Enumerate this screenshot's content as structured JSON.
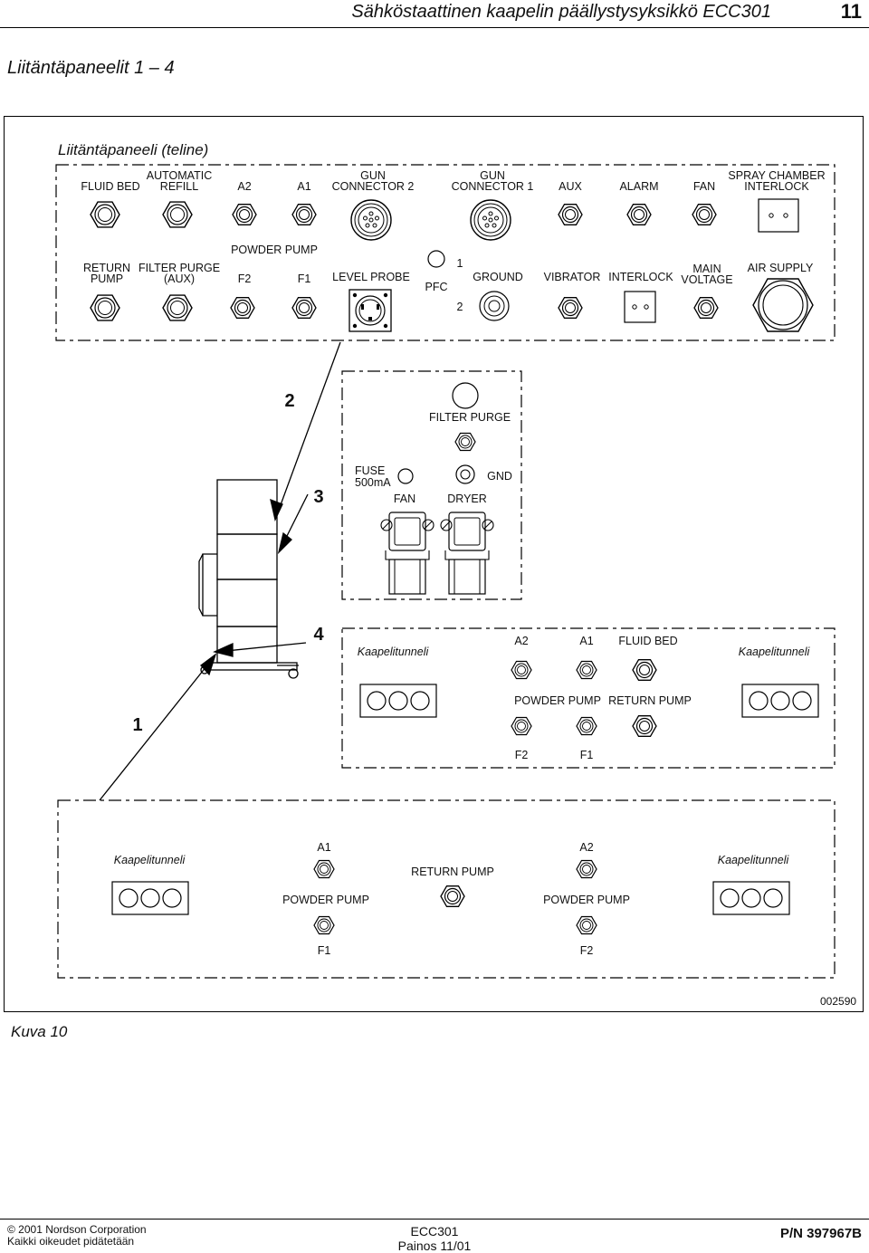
{
  "header": {
    "title": "Sähköstaattinen kaapelin päällystysyksikkö ECC301",
    "page_number": "11"
  },
  "section_title": "Liitäntäpaneelit 1 – 4",
  "figure": {
    "subtitle": "Liitäntäpaneeli (teline)",
    "callouts": {
      "one": "1",
      "two": "2",
      "three": "3",
      "four": "4"
    },
    "panel1": {
      "top_row": {
        "fluid_bed": "FLUID BED",
        "automatic": "AUTOMATIC",
        "refill": "REFILL",
        "a2": "A2",
        "a1": "A1",
        "gun": "GUN",
        "connector_2": "CONNECTOR 2",
        "gun_b": "GUN",
        "connector_1": "CONNECTOR 1",
        "aux": "AUX",
        "alarm": "ALARM",
        "fan": "FAN",
        "spray_chamber": "SPRAY CHAMBER",
        "interlock": "INTERLOCK"
      },
      "bottom_row": {
        "return": "RETURN",
        "pump": "PUMP",
        "filter_purge": "FILTER PURGE",
        "aux_paren": "(AUX)",
        "powder_pump": "POWDER PUMP",
        "f2": "F2",
        "f1": "F1",
        "level_probe": "LEVEL PROBE",
        "pfc": "PFC",
        "pfc_1": "1",
        "pfc_2": "2",
        "ground": "GROUND",
        "vibrator": "VIBRATOR",
        "interlock": "INTERLOCK",
        "main": "MAIN",
        "voltage": "VOLTAGE",
        "air_supply": "AIR SUPPLY"
      }
    },
    "panel2": {
      "filter_purge": "FILTER PURGE",
      "fuse": "FUSE",
      "fuse_rating": "500mA",
      "fan": "FAN",
      "dryer": "DRYER",
      "gnd": "GND"
    },
    "panel4": {
      "cable_tunnel_left": "Kaapelitunneli",
      "cable_tunnel_right": "Kaapelitunneli",
      "a2": "A2",
      "a1": "A1",
      "fluid_bed": "FLUID BED",
      "powder_pump": "POWDER PUMP",
      "return_pump": "RETURN PUMP",
      "f2": "F2",
      "f1": "F1"
    },
    "panel1b": {
      "cable_tunnel_left": "Kaapelitunneli",
      "cable_tunnel_right": "Kaapelitunneli",
      "a1": "A1",
      "a2": "A2",
      "return_pump": "RETURN PUMP",
      "powder_pump_left": "POWDER PUMP",
      "powder_pump_right": "POWDER PUMP",
      "f1": "F1",
      "f2": "F2"
    },
    "code": "002590"
  },
  "caption": "Kuva 10",
  "footer": {
    "copyright": "© 2001 Nordson Corporation",
    "rights": "Kaikki oikeudet pidätetään",
    "model": "ECC301",
    "edition": "Painos 11/01",
    "part_number": "P/N 397967B"
  }
}
